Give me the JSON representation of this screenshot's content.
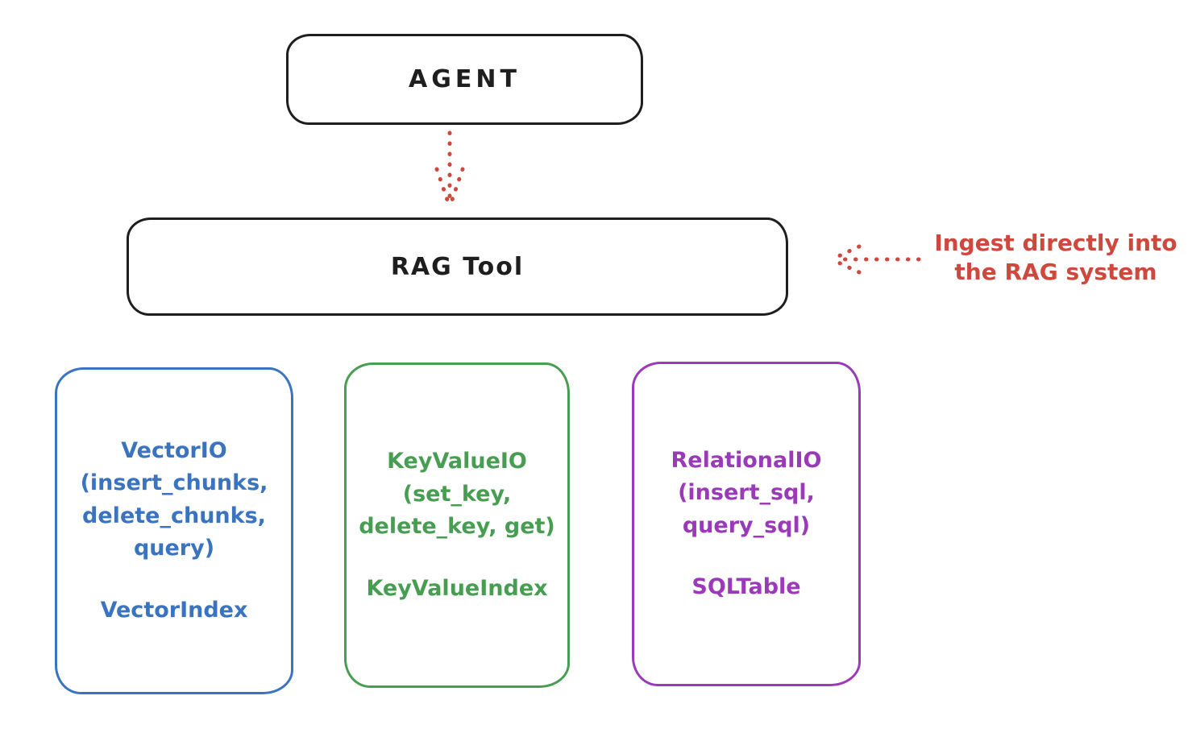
{
  "diagram": {
    "agent_box": {
      "label": "AGENT"
    },
    "rag_box": {
      "label": "RAG Tool"
    },
    "annotation": {
      "line1": "Ingest directly into",
      "line2": "the RAG system"
    },
    "backend_boxes": [
      {
        "id": "vector-io",
        "color": "#3a74c0",
        "lines": [
          "VectorIO",
          "(insert_chunks,",
          "delete_chunks,",
          "query)"
        ],
        "index_label": "VectorIndex"
      },
      {
        "id": "keyvalue-io",
        "color": "#479e52",
        "lines": [
          "KeyValueIO",
          "(set_key,",
          "delete_key, get)"
        ],
        "index_label": "KeyValueIndex"
      },
      {
        "id": "relational-io",
        "color": "#9a3ab9",
        "lines": [
          "RelationalIO",
          "(insert_sql,",
          "query_sql)"
        ],
        "index_label": "SQLTable"
      }
    ],
    "colors": {
      "stroke": "#1e1e1e",
      "arrow_red": "#cf483e"
    }
  }
}
